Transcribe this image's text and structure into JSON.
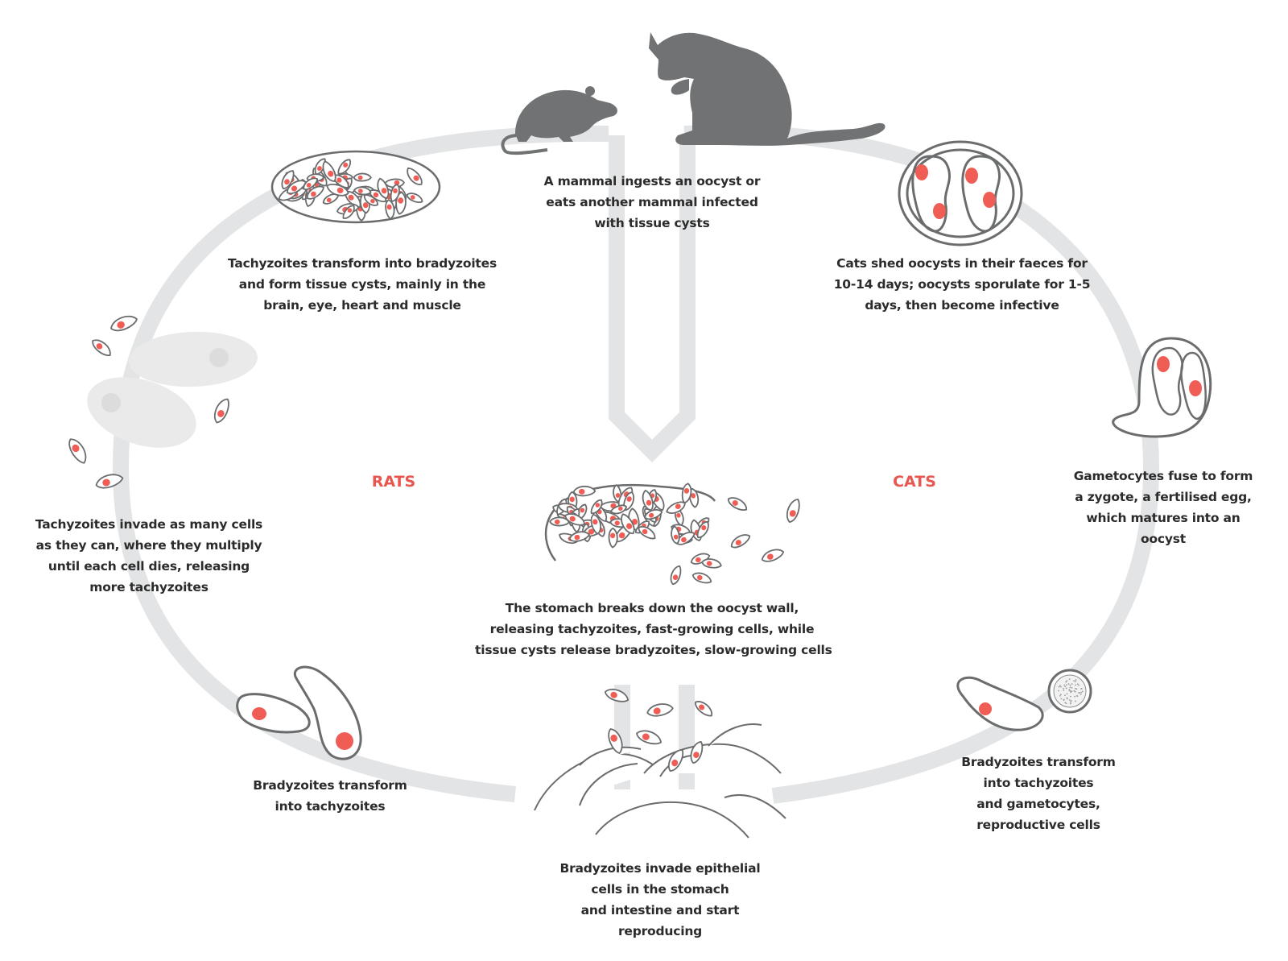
{
  "colors": {
    "loop": "#e3e4e5",
    "animal": "#707274",
    "outline": "#6a6c6e",
    "nucleus": "#ef5d55",
    "host_label": "#e8574f",
    "text": "#2b2b2b"
  },
  "hosts": {
    "rats": "RATS",
    "cats": "CATS"
  },
  "icons": {
    "rat": "rat-silhouette-icon",
    "cat": "cat-silhouette-icon",
    "tissue_cyst": "tissue-cyst-icon",
    "oocyst": "oocyst-icon",
    "zygote": "zygote-icon",
    "tachyzoite": "tachyzoite-icon",
    "bradyzoite": "bradyzoite-icon",
    "host_cell": "host-cell-icon",
    "epithelium": "epithelium-icon",
    "gametocyte": "gametocyte-icon"
  },
  "steps": {
    "ingest": [
      "A mammal ingests an oocyst or",
      "eats another mammal infected",
      "with tissue cysts"
    ],
    "cysts_form": [
      "Tachyzoites transform into bradyzoites",
      "and form tissue cysts, mainly in the",
      "brain, eye, heart and muscle"
    ],
    "shed": [
      "Cats shed oocysts in their faeces for",
      "10-14 days; oocysts sporulate for 1-5",
      "days, then become infective"
    ],
    "invade_cells": [
      "Tachyzoites invade as many cells",
      "as they can, where they multiply",
      "until each cell dies, releasing",
      "more tachyzoites"
    ],
    "zygote": [
      "Gametocytes fuse to form",
      "a zygote, a fertilised egg,",
      "which matures into an",
      "oocyst"
    ],
    "stomach": [
      "The stomach breaks down the oocyst wall,",
      "releasing tachyzoites, fast-growing cells, while",
      "tissue cysts release bradyzoites, slow-growing cells"
    ],
    "brady_rat": [
      "Bradyzoites transform",
      "into tachyzoites"
    ],
    "brady_cat": [
      "Bradyzoites transform",
      "into tachyzoites",
      "and gametocytes,",
      "reproductive cells"
    ],
    "epithelial": [
      "Bradyzoites invade epithelial",
      "cells in the stomach",
      "and intestine and start",
      "reproducing"
    ]
  }
}
